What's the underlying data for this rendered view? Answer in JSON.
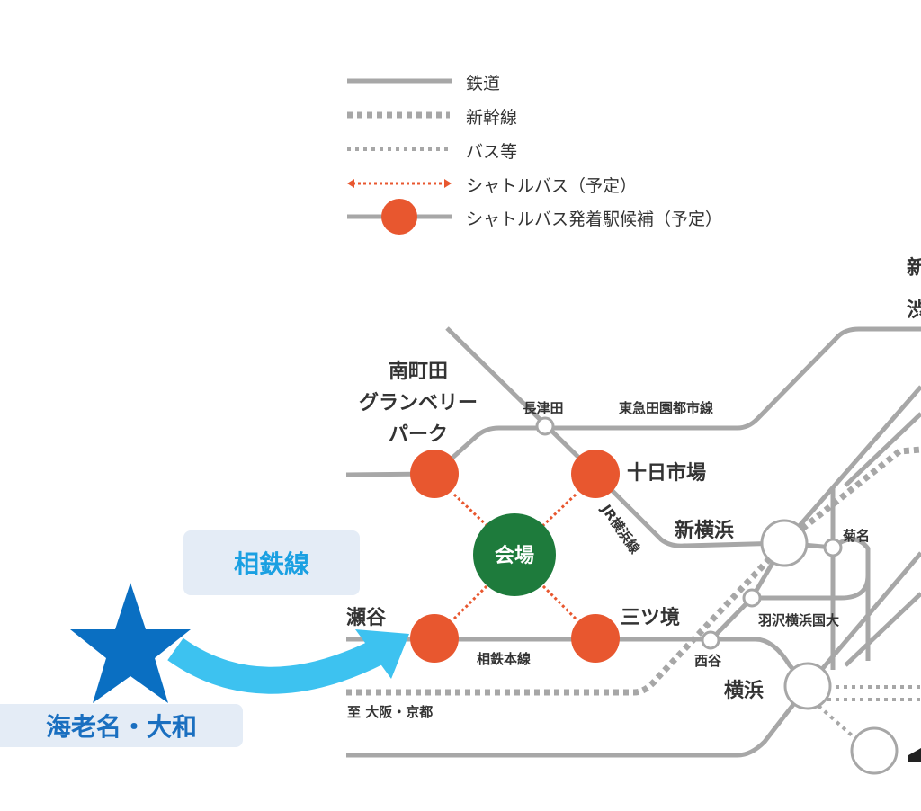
{
  "legend": {
    "railway": "鉄道",
    "shinkansen": "新幹線",
    "bus": "バス等",
    "shuttle_bus": "シャトルバス（予定）",
    "shuttle_station": "シャトルバス発着駅候補（予定）"
  },
  "stations": {
    "minamimachida": [
      "南町田",
      "グランベリー",
      "パーク"
    ],
    "tokaichiba": "十日市場",
    "seya": "瀬谷",
    "mitsukyo": "三ツ境",
    "venue": "会場",
    "nagatsuta": "長津田",
    "shin_yokohama": "新横浜",
    "kikuna": "菊名",
    "hazawa": "羽沢横浜国大",
    "nishiya": "西谷",
    "yokohama": "横浜",
    "cut_top": [
      "新",
      "渋"
    ]
  },
  "lines": {
    "denentoshi": "東急田園都市線",
    "jr_yokohama": "JR横浜線",
    "sotetsu_main": "相鉄本線",
    "to_osaka": "至 大阪・京都"
  },
  "callouts": {
    "sotetsu": "相鉄線",
    "origin": "海老名・大和"
  },
  "colors": {
    "shuttle": "#e8572f",
    "venue": "#1e7b3c",
    "star": "#0a6fc2",
    "arrow": "#3dc2f0",
    "label_text": "#1aa0e2"
  }
}
